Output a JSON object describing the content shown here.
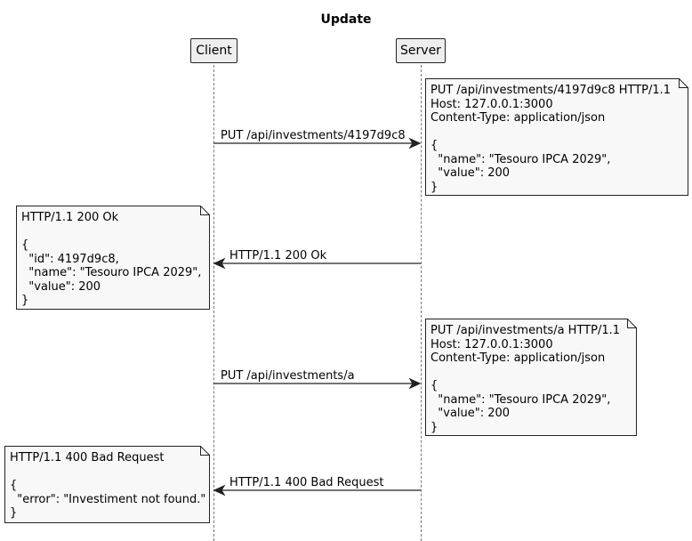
{
  "title": "Update",
  "participants": {
    "client": "Client",
    "server": "Server"
  },
  "messages": [
    {
      "label": "PUT /api/investments/4197d9c8",
      "from": "Client",
      "to": "Server"
    },
    {
      "label": "HTTP/1.1 200 Ok",
      "from": "Server",
      "to": "Client"
    },
    {
      "label": "PUT /api/investments/a",
      "from": "Client",
      "to": "Server"
    },
    {
      "label": "HTTP/1.1 400 Bad Request",
      "from": "Server",
      "to": "Client"
    }
  ],
  "notes": [
    {
      "text": "PUT /api/investments/4197d9c8 HTTP/1.1\nHost: 127.0.0.1:3000\nContent-Type: application/json\n\n{\n  \"name\": \"Tesouro IPCA 2029\",\n  \"value\": 200\n}"
    },
    {
      "text": "HTTP/1.1 200 Ok\n\n{\n  \"id\": 4197d9c8,\n  \"name\": \"Tesouro IPCA 2029\",\n  \"value\": 200\n}"
    },
    {
      "text": "PUT /api/investments/a HTTP/1.1\nHost: 127.0.0.1:3000\nContent-Type: application/json\n\n{\n  \"name\": \"Tesouro IPCA 2029\",\n  \"value\": 200\n}"
    },
    {
      "text": "HTTP/1.1 400 Bad Request\n\n{\n  \"error\": \"Investiment not found.\"\n}"
    }
  ]
}
